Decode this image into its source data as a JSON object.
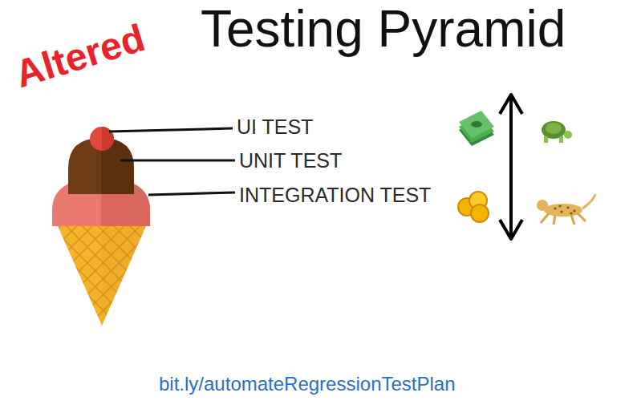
{
  "diagram": {
    "title": "Testing Pyramid",
    "caption": "bit.ly/automateRegressionTestPlan",
    "labels": [
      "Altered",
      "UI TEST",
      "UNIT TEST",
      "INTEGRATION TEST"
    ]
  }
}
